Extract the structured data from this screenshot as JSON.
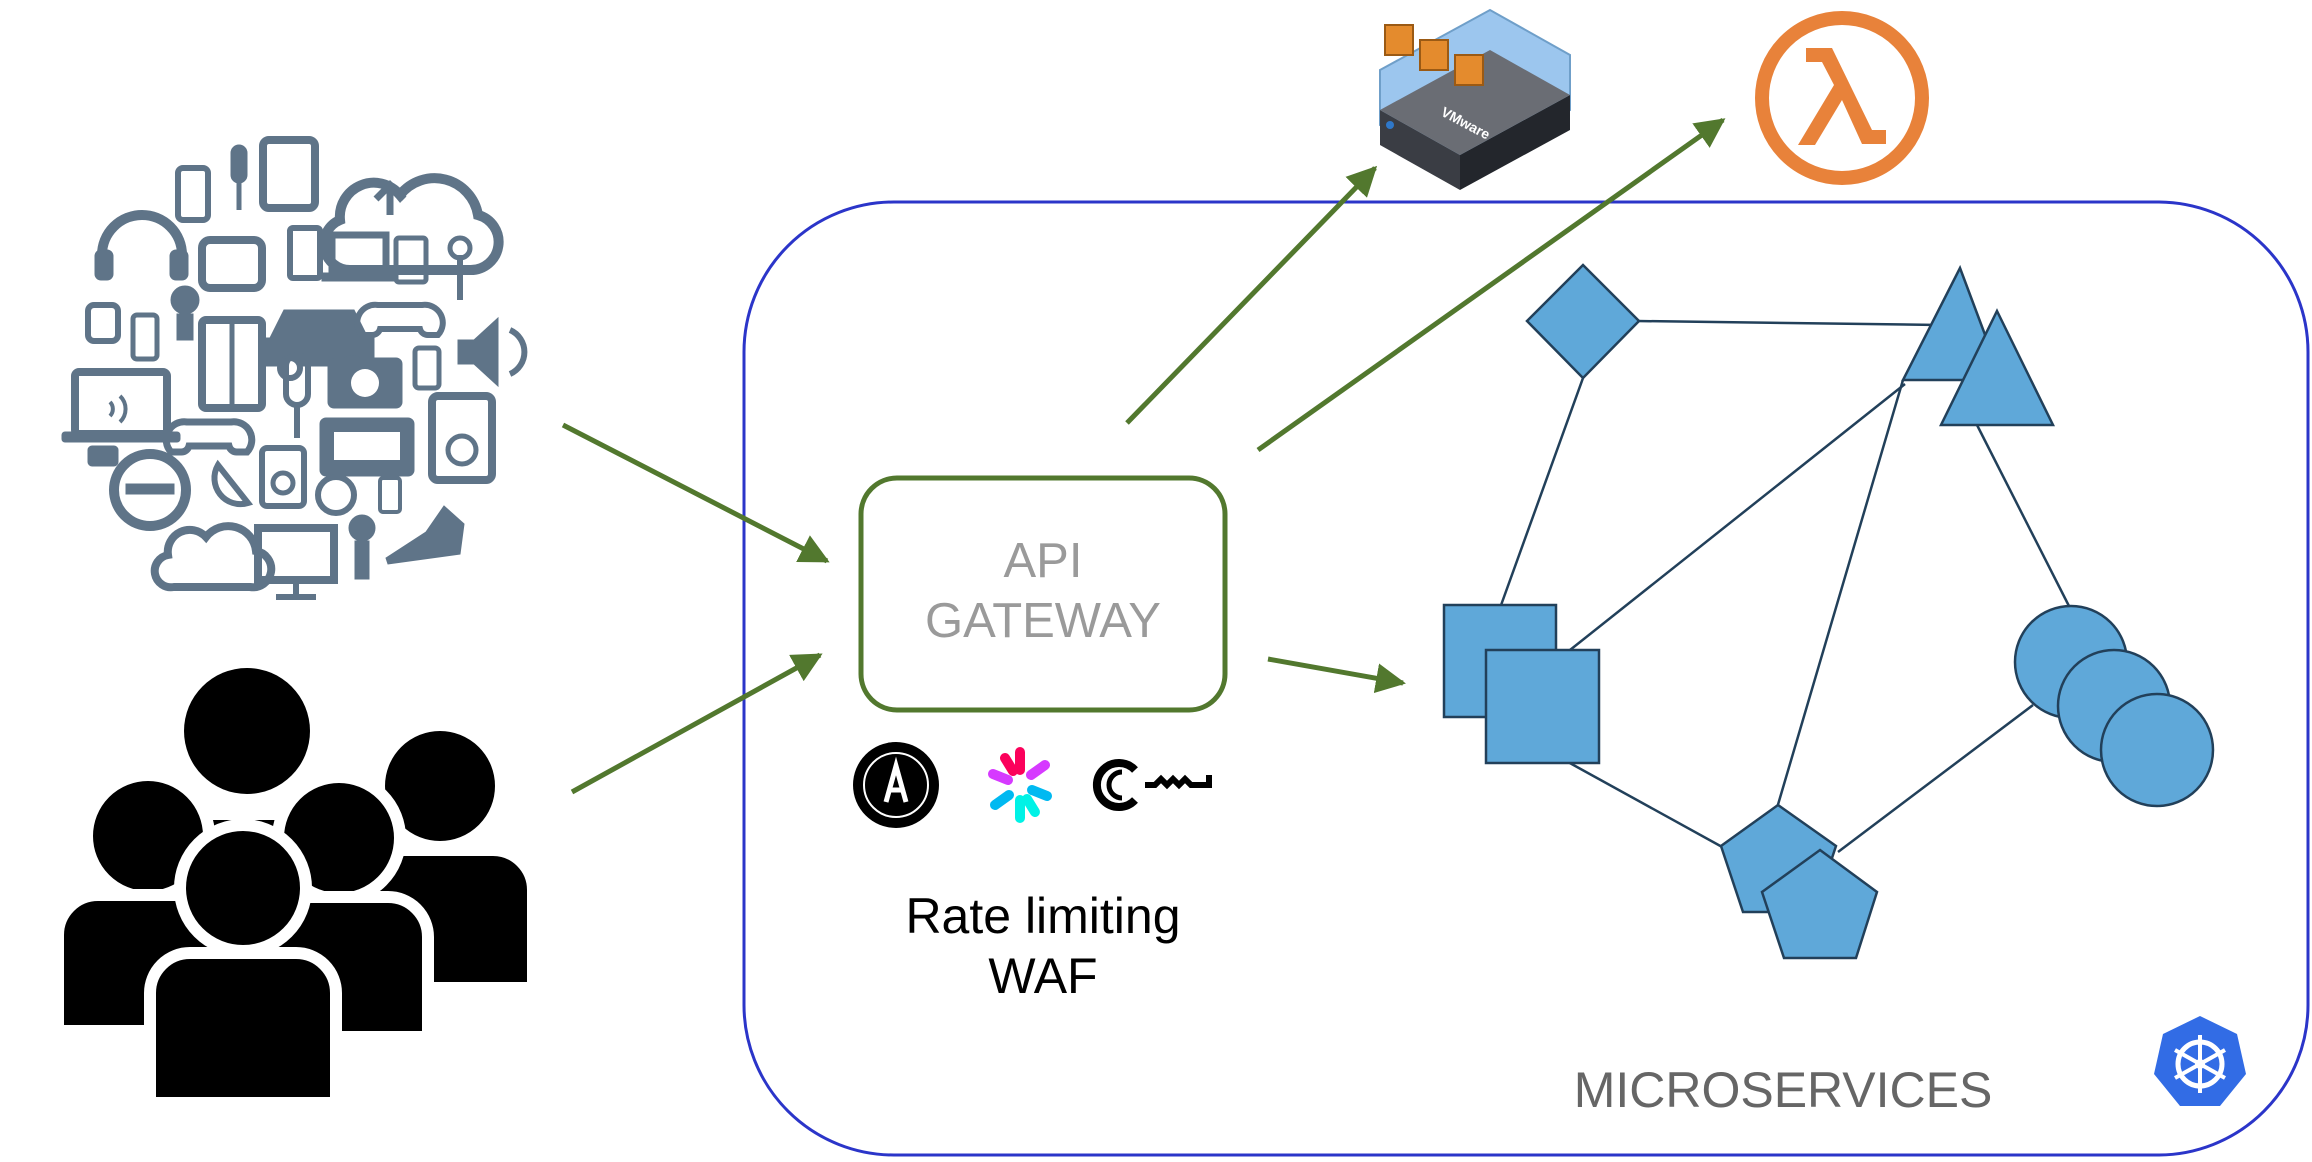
{
  "gateway": {
    "line1": "API",
    "line2": "GATEWAY"
  },
  "features": {
    "line1": "Rate limiting",
    "line2": "WAF"
  },
  "cluster": {
    "label": "MICROSERVICES"
  },
  "vmware": {
    "text": "VMware"
  },
  "colors": {
    "arrow": "#52782e",
    "cluster_border": "#2b35c9",
    "service_fill": "#5fa8d9",
    "service_stroke": "#22405a",
    "lambda": "#e8823a",
    "kubernetes": "#326ce5",
    "iot_icons": "#5f7488",
    "users": "#000000"
  },
  "icons": [
    "iot-devices-icon",
    "users-group-icon",
    "vmware-server-icon",
    "aws-lambda-icon",
    "oauth-icon",
    "jwt-icon",
    "api-key-icon",
    "kubernetes-icon"
  ]
}
